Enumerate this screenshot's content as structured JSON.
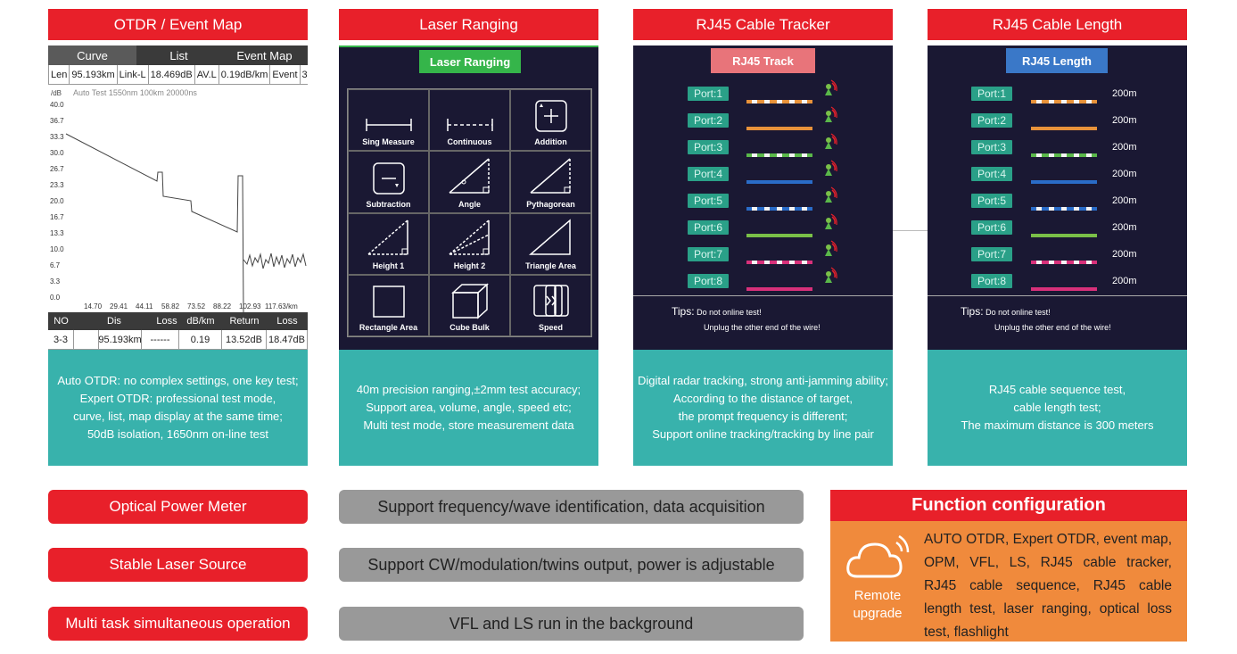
{
  "panels": {
    "otdr": {
      "title": "OTDR / Event Map",
      "tabs": [
        "Curve",
        "List",
        "Event Map"
      ],
      "info": [
        "Len",
        "95.193km",
        "Link-L",
        "18.469dB",
        "AV.L",
        "0.19dB/km",
        "Event",
        "3"
      ],
      "chart": {
        "unit_label": "/dB",
        "params": "Auto Test  1550nm  100km  20000ns",
        "y_ticks": [
          "40.0",
          "36.7",
          "33.3",
          "30.0",
          "26.7",
          "23.3",
          "20.0",
          "16.7",
          "13.3",
          "10.0",
          "6.7",
          "3.3",
          "0.0"
        ],
        "x_ticks": [
          "14.70",
          "29.41",
          "44.11",
          "58.82",
          "73.52",
          "88.22",
          "102.93",
          "117.63/km"
        ]
      },
      "table_head": [
        "NO",
        "Dis",
        "Loss",
        "dB/km",
        "Return",
        "Loss"
      ],
      "table_row": [
        "3-3",
        "",
        "95.193km",
        "------",
        "0.19",
        "13.52dB",
        "18.47dB"
      ],
      "desc": [
        "Auto OTDR: no complex settings, one key test;",
        "Expert OTDR: professional test mode,",
        "curve, list, map display at the same time;",
        "50dB isolation, 1650nm on-line test"
      ]
    },
    "laser": {
      "title": "Laser Ranging",
      "screen_title": "Laser Ranging",
      "cells": [
        {
          "label": "Sing Measure",
          "icon": "single-measure-icon"
        },
        {
          "label": "Continuous",
          "icon": "continuous-icon"
        },
        {
          "label": "Addition",
          "icon": "addition-icon"
        },
        {
          "label": "Subtraction",
          "icon": "subtraction-icon"
        },
        {
          "label": "Angle",
          "icon": "angle-icon"
        },
        {
          "label": "Pythagorean",
          "icon": "pythagorean-icon"
        },
        {
          "label": "Height 1",
          "icon": "height1-icon"
        },
        {
          "label": "Height 2",
          "icon": "height2-icon"
        },
        {
          "label": "Triangle Area",
          "icon": "triangle-area-icon"
        },
        {
          "label": "Rectangle Area",
          "icon": "rectangle-area-icon"
        },
        {
          "label": "Cube Bulk",
          "icon": "cube-icon"
        },
        {
          "label": "Speed",
          "icon": "speed-icon"
        }
      ],
      "desc": [
        "40m precision ranging,±2mm test accuracy;",
        "Support area, volume, angle, speed etc;",
        "Multi test mode, store measurement data"
      ]
    },
    "tracker": {
      "title": "RJ45 Cable Tracker",
      "screen_title": "RJ45  Track",
      "title_color": "#e8747a",
      "ports": [
        "Port:1",
        "Port:2",
        "Port:3",
        "Port:4",
        "Port:5",
        "Port:6",
        "Port:7",
        "Port:8"
      ],
      "tips_label": "Tips:",
      "tips": [
        "Do not online test!",
        "Unplug the other end of the wire!"
      ],
      "desc": [
        "Digital radar tracking, strong anti-jamming ability;",
        "According to the distance of target,",
        "the prompt frequency is different;",
        "Support online tracking/tracking by line pair"
      ]
    },
    "length": {
      "title": "RJ45 Cable Length",
      "screen_title": "RJ45  Length",
      "title_color": "#3a78c8",
      "ports": [
        "Port:1",
        "Port:2",
        "Port:3",
        "Port:4",
        "Port:5",
        "Port:6",
        "Port:7",
        "Port:8"
      ],
      "lengths": [
        "200m",
        "200m",
        "200m",
        "200m",
        "200m",
        "200m",
        "200m",
        "200m"
      ],
      "tips_label": "Tips:",
      "tips": [
        "Do not online test!",
        "Unplug the other end of the wire!"
      ],
      "desc": [
        "RJ45 cable sequence test,",
        "cable length test;",
        "The maximum distance is 300 meters"
      ]
    }
  },
  "cable_colors": [
    {
      "base": "#e8923a",
      "stripe": "#f3f3f3",
      "striped": true
    },
    {
      "base": "#e8923a",
      "striped": false
    },
    {
      "base": "#5ab84a",
      "stripe": "#f3f3f3",
      "striped": true
    },
    {
      "base": "#2a6cc8",
      "striped": false
    },
    {
      "base": "#2a6cc8",
      "stripe": "#f3f3f3",
      "striped": true
    },
    {
      "base": "#7ac048",
      "striped": false
    },
    {
      "base": "#d8307a",
      "stripe": "#f3f3f3",
      "striped": true
    },
    {
      "base": "#d8307a",
      "striped": false
    }
  ],
  "features": [
    {
      "name": "Optical Power Meter",
      "detail": "Support frequency/wave identification, data acquisition"
    },
    {
      "name": "Stable Laser Source",
      "detail": "Support CW/modulation/twins output, power is adjustable"
    },
    {
      "name": "Multi task simultaneous operation",
      "detail": "VFL and LS run in the background"
    }
  ],
  "function_config": {
    "title": "Function configuration",
    "remote_label_1": "Remote",
    "remote_label_2": "upgrade",
    "text": "AUTO OTDR, Expert OTDR, event map, OPM, VFL, LS, RJ45 cable tracker, RJ45 cable sequence, RJ45 cable length test, laser ranging, optical loss test, flashlight"
  },
  "colors": {
    "red": "#e8202a",
    "teal": "#38b2ac",
    "navy": "#1a1833",
    "gray": "#999999",
    "orange": "#f08a3c",
    "port_green": "#2aa088"
  }
}
